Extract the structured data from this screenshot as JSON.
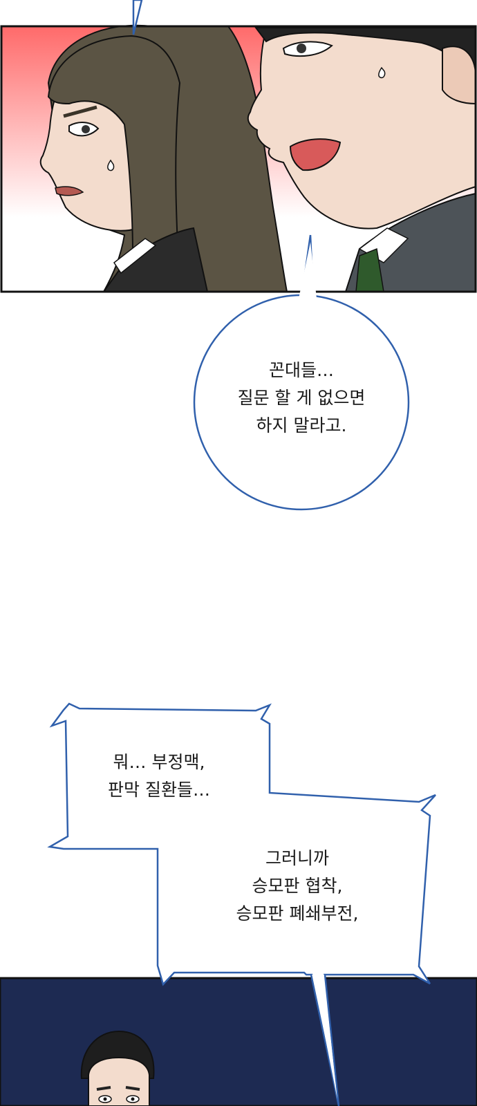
{
  "colors": {
    "page_background": "#ffffff",
    "panel_border": "#111111",
    "panel_top_red": "#ff6a6a",
    "panel_top_fade": "#ffffff",
    "balloon_stroke": "#3060ac",
    "bottom_panel_navy": "#1d2a52",
    "hair_brown": "#5b5444",
    "skin": "#f3dccd",
    "jacket_dark": "#2b2b2b",
    "suit_gray": "#4d5358",
    "tie_green": "#2f5a2c"
  },
  "balloons": {
    "speech": {
      "shape": "round",
      "lines": [
        "꼰대들…",
        "질문 할 게 없으면",
        "하지 말라고."
      ]
    },
    "shout_top": {
      "shape": "spiky",
      "lines": [
        "뭐… 부정맥,",
        "판막 질환들…"
      ]
    },
    "shout_bottom": {
      "shape": "spiky",
      "lines": [
        "그러니까",
        "승모판 협착,",
        "승모판 폐쇄부전,"
      ]
    }
  },
  "panels": {
    "top": {
      "characters": [
        "long-haired woman in profile",
        "man in suit with green tie"
      ]
    },
    "bottom": {
      "characters": [
        "short-haired man"
      ]
    }
  }
}
